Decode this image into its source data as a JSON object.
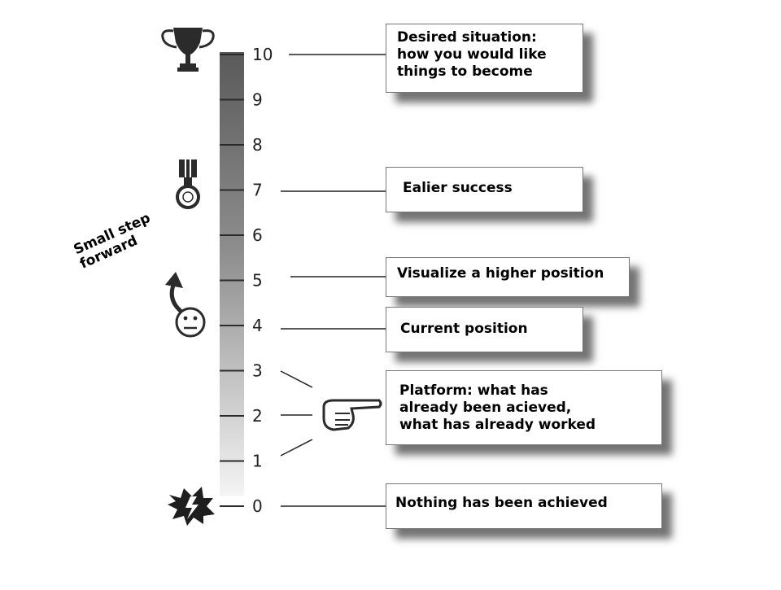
{
  "scale": {
    "min": 0,
    "max": 10,
    "ticks": [
      "0",
      "1",
      "2",
      "3",
      "4",
      "5",
      "6",
      "7",
      "8",
      "9",
      "10"
    ]
  },
  "side_note": {
    "line1": "Small step",
    "line2": "forward"
  },
  "icons": [
    {
      "name": "trophy-icon",
      "level": 10
    },
    {
      "name": "medal-icon",
      "level": 7
    },
    {
      "name": "neutral-face-icon",
      "level": 4
    },
    {
      "name": "curved-arrow-icon",
      "level": 5
    },
    {
      "name": "pointing-hand-icon",
      "level": 2
    },
    {
      "name": "explosion-icon",
      "level": 0
    }
  ],
  "boxes": {
    "desired": {
      "level": 10,
      "lines": [
        "Desired situation:",
        "how you would like",
        "things to become"
      ]
    },
    "earlier": {
      "level": 7,
      "lines": [
        "Ealier success"
      ]
    },
    "visualize": {
      "level": 5,
      "lines": [
        "Visualize a higher position"
      ]
    },
    "current": {
      "level": 4,
      "lines": [
        "Current position"
      ]
    },
    "platform": {
      "level": 2,
      "lines": [
        "Platform: what has",
        "already been acieved,",
        "what has already worked"
      ]
    },
    "nothing": {
      "level": 0,
      "lines": [
        "Nothing has been achieved"
      ]
    }
  }
}
